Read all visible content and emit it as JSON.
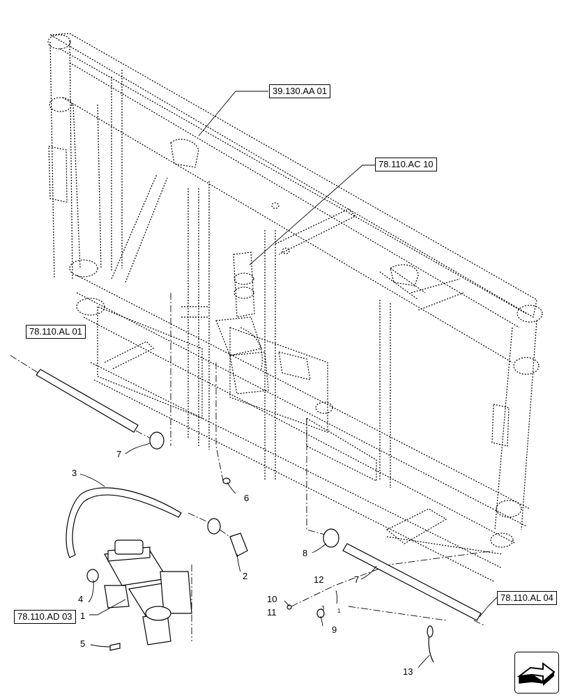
{
  "references": {
    "frame": "39.130.AA 01",
    "valve_block": "78.110.AC 10",
    "hose_left": "78.110.AL 01",
    "valve_assembly": "78.110.AD 03",
    "hose_right": "78.110.AL 04"
  },
  "callouts": {
    "c1": "1",
    "c2": "2",
    "c3": "3",
    "c4": "4",
    "c5": "5",
    "c6": "6",
    "c7a": "7",
    "c7b": "7",
    "c8": "8",
    "c9": "9",
    "c10": "10",
    "c11": "11",
    "c12": "12",
    "c13": "13"
  },
  "small_labels": {
    "s3": "3",
    "s1": "1"
  },
  "icons": {
    "next_page": "next-page-arrow-icon"
  }
}
